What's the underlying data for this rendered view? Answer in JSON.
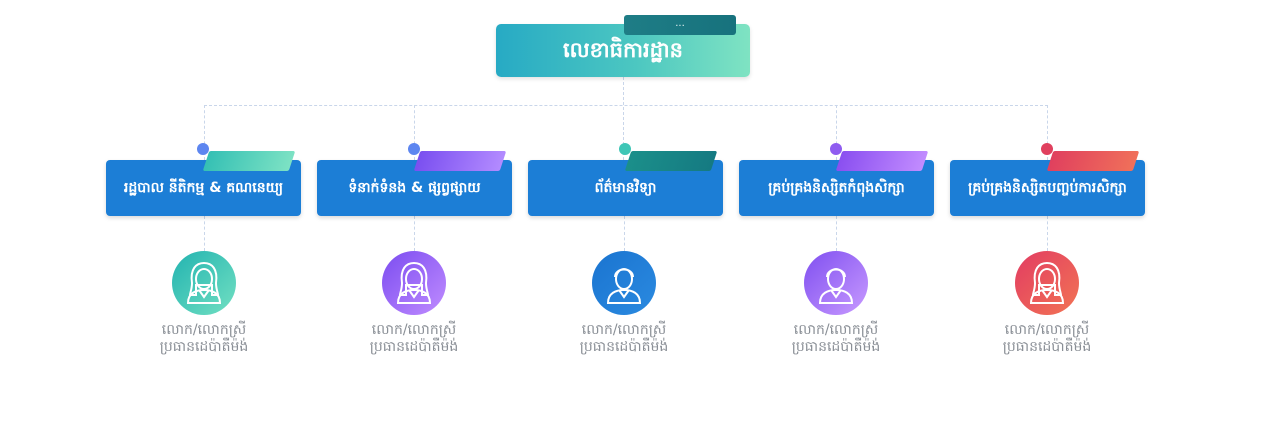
{
  "root": {
    "tab_label": "...",
    "title": "លេខាធិការដ្ឋាន"
  },
  "departments": [
    {
      "label": "រដ្ឋបាល នីតិកម្ម & គណនេយ្យ",
      "tab_color": [
        "#35c0b4",
        "#7de2c4"
      ],
      "dot_color": "#5d86f0",
      "person": {
        "title": "លោក/លោកស្រី",
        "role": "ប្រធានដេប៉ាតឺម៉ង់",
        "gender": "female",
        "gradient": [
          "#22b3b0",
          "#72e0c2"
        ]
      }
    },
    {
      "label": "ទំនាក់ទំនង & ផ្សព្វផ្សាយ",
      "tab_color": [
        "#7a4ff0",
        "#b38bff"
      ],
      "dot_color": "#5d86f0",
      "person": {
        "title": "លោក/លោកស្រី",
        "role": "ប្រធានដេប៉ាតឺម៉ង់",
        "gender": "female",
        "gradient": [
          "#7b4cf0",
          "#c08cff"
        ]
      }
    },
    {
      "label": "ព័ត៌មានវិទ្យា",
      "tab_color": [
        "#1b8f8a",
        "#157a82"
      ],
      "dot_color": "#3fc6b6",
      "person": {
        "title": "លោក/លោកស្រី",
        "role": "ប្រធានដេប៉ាតឺម៉ង់",
        "gender": "male",
        "gradient": [
          "#1a74d0",
          "#2b8ae0"
        ]
      }
    },
    {
      "label": "គ្រប់គ្រងនិស្សិតកំពុងសិក្សា",
      "tab_color": [
        "#8a4ff0",
        "#c28cff"
      ],
      "dot_color": "#8f5cf0",
      "person": {
        "title": "លោក/លោកស្រី",
        "role": "ប្រធានដេប៉ាតឺម៉ង់",
        "gender": "male",
        "gradient": [
          "#7f4ff0",
          "#c89aff"
        ]
      }
    },
    {
      "label": "គ្រប់គ្រងនិស្សិតបញ្ចប់ការសិក្សា",
      "tab_color": [
        "#e0405e",
        "#f0705a"
      ],
      "dot_color": "#e0405e",
      "person": {
        "title": "លោក/លោកស្រី",
        "role": "ប្រធានដេប៉ាតឺម៉ង់",
        "gender": "female",
        "gradient": [
          "#e23c62",
          "#f27454"
        ]
      }
    }
  ]
}
